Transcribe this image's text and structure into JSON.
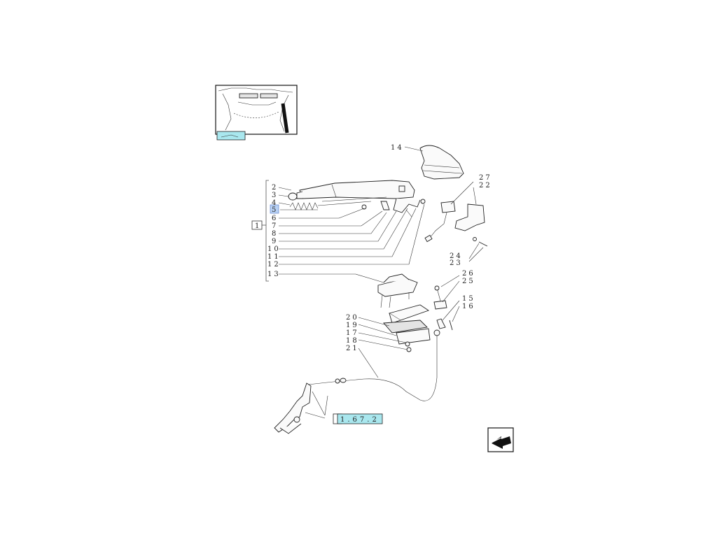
{
  "diagram": {
    "kit_label": "1",
    "group_labels": [
      "2",
      "3",
      "4",
      "5",
      "6",
      "7",
      "8",
      "9",
      "10",
      "11",
      "12",
      "13"
    ],
    "highlighted_label": "5",
    "right_labels": {
      "l14": "14",
      "l27": "27",
      "l22": "22",
      "l24": "24",
      "l23": "23",
      "l26": "26",
      "l25": "25",
      "l15": "15",
      "l16": "16",
      "l20": "20",
      "l19": "19",
      "l17": "17",
      "l18": "18",
      "l21": "21"
    },
    "reference_box": "1.67.2",
    "colors": {
      "highlight": "#b9d2f5",
      "reference": "#a9e7ee",
      "line": "#222222"
    }
  },
  "icons": {
    "thumbnail": "tractor-cab-thumbnail-icon",
    "next": "next-page-arrow-icon"
  }
}
